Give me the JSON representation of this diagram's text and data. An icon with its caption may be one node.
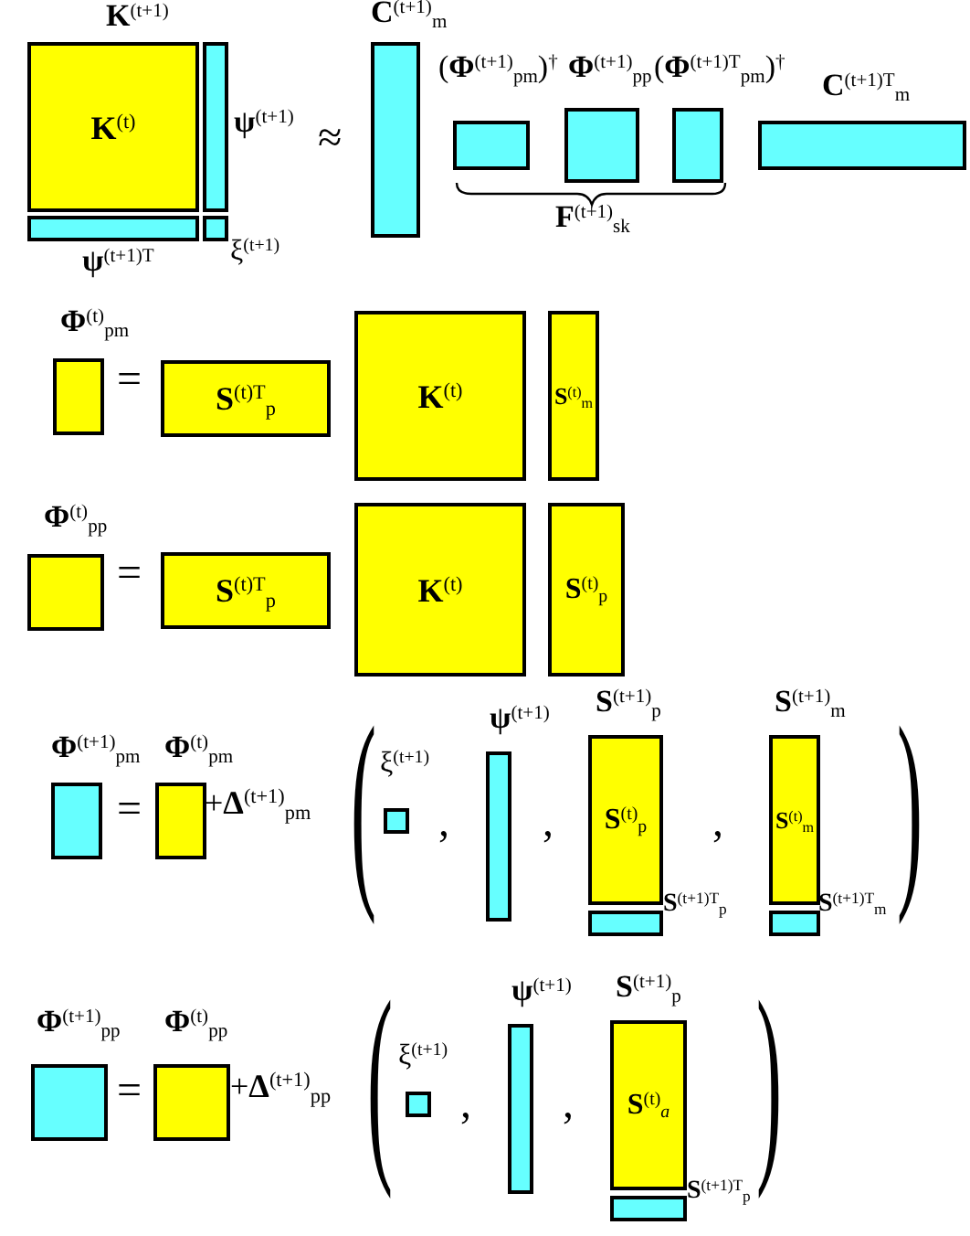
{
  "diagram": {
    "nodes": [
      {
        "text": [
          "**K**$^{(t)}$"
        ]
      },
      {
        "text": [],
        "shape": "box"
      },
      {
        "text": [],
        "shape": "box"
      },
      {
        "text": [],
        "shape": "box"
      },
      {
        "text": [],
        "shape": "box",
        "beside": [
          "**C**$^{(t+1)}$$_{m}$"
        ]
      },
      {
        "text": [],
        "shape": "box"
      },
      {
        "text": [],
        "shape": "box"
      },
      {
        "text": [],
        "shape": "box"
      },
      {
        "text": [],
        "shape": "box",
        "beside": [
          "**C**$^{(t+1)T}$$_{m}$"
        ]
      },
      {
        "text": [],
        "shape": "box"
      },
      {
        "text": [
          "**S**$^{(t)T}$$_{p}$"
        ]
      },
      {
        "text": [
          "**K**$^{(t)}$"
        ]
      },
      {
        "text": [
          "**S**$^{(t)}$$_{m}$"
        ]
      },
      {
        "text": [],
        "shape": "box"
      },
      {
        "text": [
          "**S**$^{(t)T}$$_{p}$"
        ]
      },
      {
        "text": [
          "**K**$^{(t)}$"
        ]
      },
      {
        "text": [
          "**S**$^{(t)}$$_{p}$"
        ]
      },
      {
        "text": [],
        "shape": "box"
      },
      {
        "text": [],
        "shape": "box"
      },
      {
        "text": [],
        "shape": "box"
      },
      {
        "text": [],
        "shape": "box"
      },
      {
        "text": [
          "**S**$^{(t)}$$_{p}$"
        ]
      },
      {
        "text": [],
        "shape": "box"
      },
      {
        "text": [
          "**S**$^{(t)}$$_{m}$"
        ],
        "beside": [
          "**S**$^{(t+1)}$$_{m}$"
        ]
      },
      {
        "text": [],
        "shape": "box"
      },
      {
        "text": [],
        "shape": "box"
      },
      {
        "text": [],
        "shape": "box"
      },
      {
        "text": [],
        "shape": "box"
      },
      {
        "text": [],
        "shape": "box"
      },
      {
        "text": [
          "**S**$^{(t)}$$_{a}$"
        ]
      },
      {
        "text": [],
        "shape": "box"
      }
    ],
    "labels": [
      "**K**$^{(t+1)}$",
      "(**Φ**$^{(t+1)}$$_{pm}$)$^{†}$",
      "**Φ**$^{(t+1)}$$_{pp}$",
      "(**Φ**$^{(t+1)T}$$_{pm}$)$^{†}$",
      "**ψ**$^{(t+1)}$",
      "≈",
      "**F**$^{(t+1)}$$_{sk}$",
      "**ψ**$^{(t+1)T}$",
      "ξ$^{(t+1)}$",
      "**Φ**$^{(t)}$$_{pm}$",
      "=",
      "**Φ**$^{(t)}$$_{pp}$",
      "=",
      "**S**$^{(t+1)}$$_{p}$",
      "**Φ**$^{(t+1)}$$_{pm}$",
      "**Φ**$^{(t)}$$_{pm}$",
      "**ψ**$^{(t+1)}$",
      "=",
      "+**Δ**$^{(t+1)}$$_{pm}$",
      "(",
      "ξ$^{(t+1)}$",
      ",",
      ",",
      ",",
      ")",
      "**S**$^{(t+1)T}$$_{p}$",
      "**S**$^{(t+1)T}$$_{m}$",
      "**S**$^{(t+1)}$$_{p}$",
      "**Φ**$^{(t+1)}$$_{pp}$",
      "**Φ**$^{(t)}$$_{pp}$",
      "**ψ**$^{(t+1)}$",
      "=",
      "+**Δ**$^{(t+1)}$$_{pp}$",
      "(",
      "ξ$^{(t+1)}$",
      ",",
      ",",
      ")",
      "**S**$^{(t+1)T}$$_{p}$"
    ]
  }
}
